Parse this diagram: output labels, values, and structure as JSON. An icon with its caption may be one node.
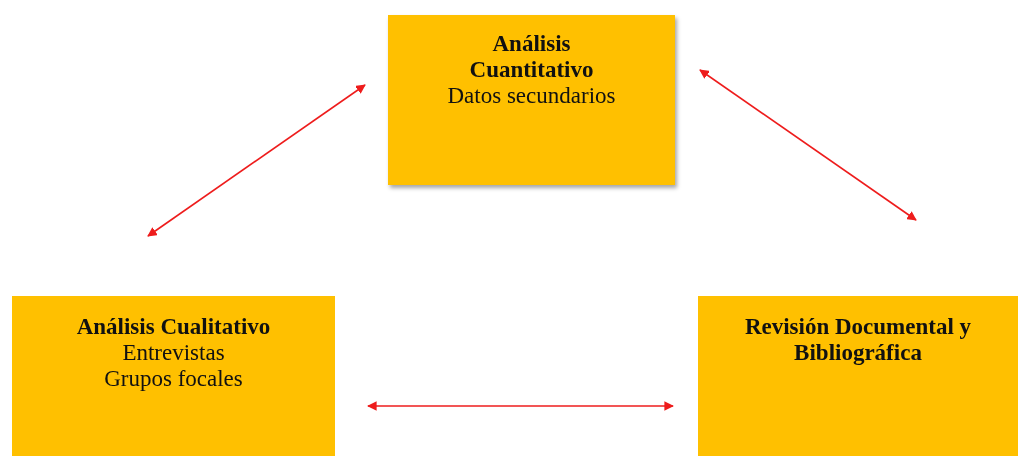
{
  "diagram": {
    "nodes": [
      {
        "text": [
          "Análisis Cuantitativo",
          "Datos secundarios"
        ]
      },
      {
        "text": [
          "Análisis Cualitativo",
          "Entrevistas",
          "Grupos focales"
        ]
      },
      {
        "text": [
          "Revisión Documental y Bibliográfica"
        ]
      }
    ],
    "edges": [
      {
        "from": 0,
        "to": 1,
        "arrow": "both",
        "color": "#ee1c1c"
      },
      {
        "from": 0,
        "to": 2,
        "arrow": "both",
        "color": "#ee1c1c"
      },
      {
        "from": 1,
        "to": 2,
        "arrow": "both",
        "color": "#ee1c1c"
      }
    ]
  }
}
